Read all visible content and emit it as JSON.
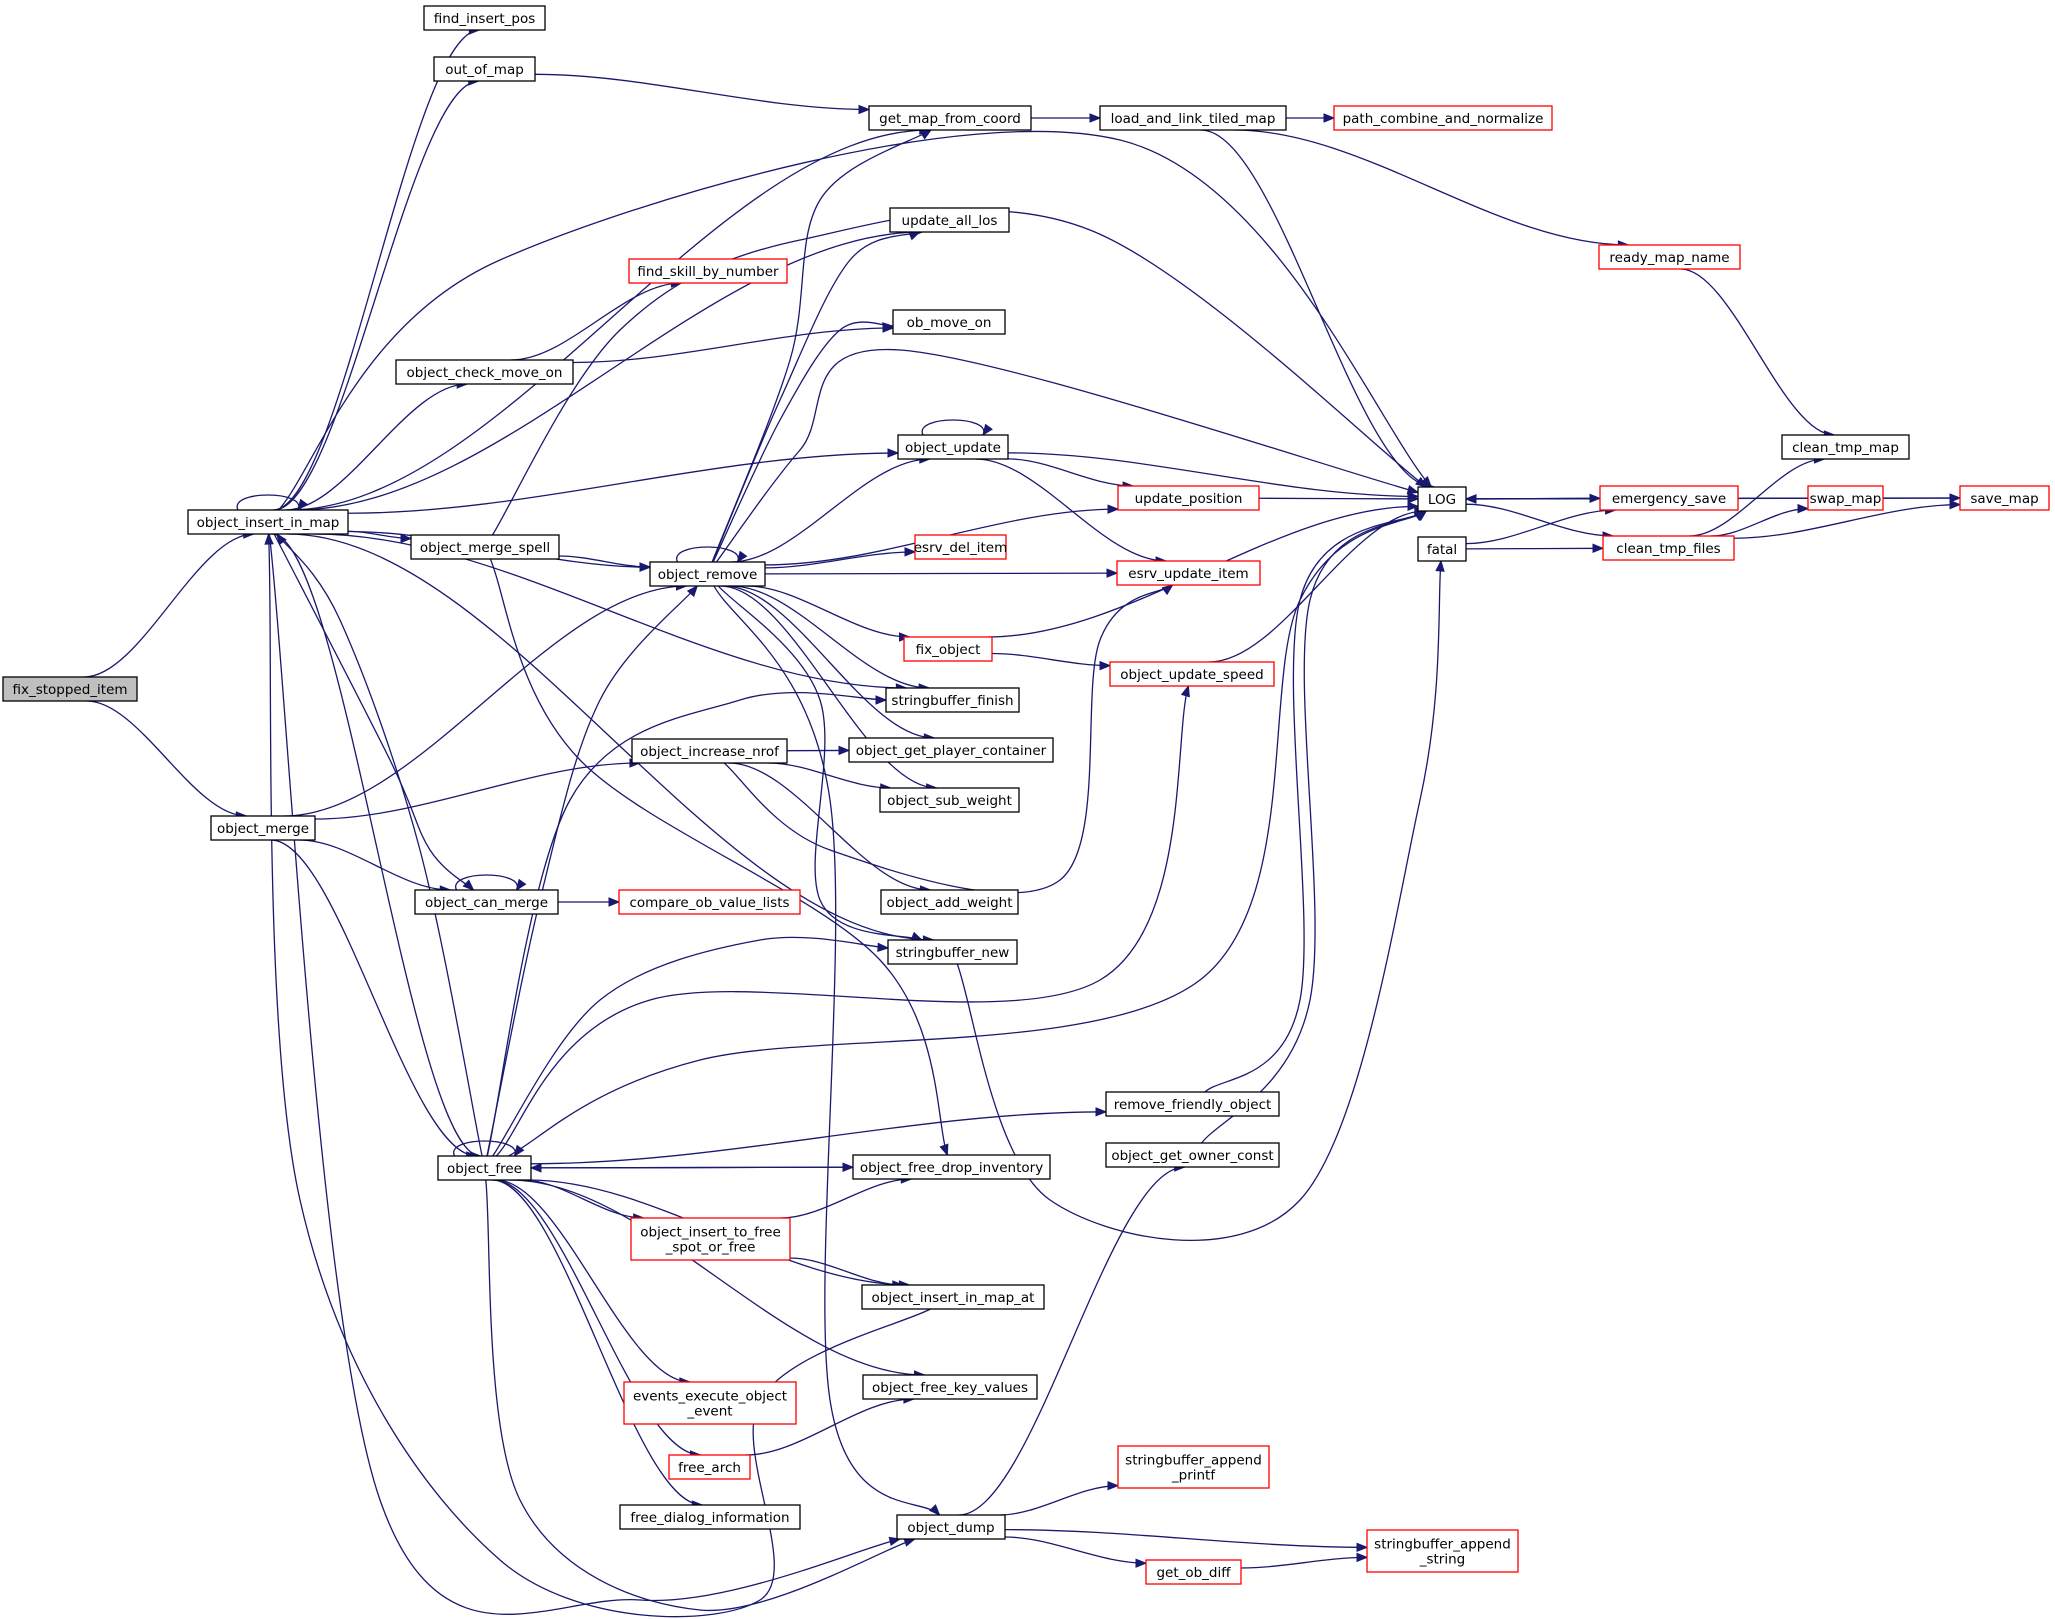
{
  "colors": {
    "edge": "#191970",
    "node_fill": "#ffffff",
    "node_border": "#000000",
    "node_border_truncated": "#ff0000",
    "root_fill": "#bfbfbf"
  },
  "nodes": {
    "fix_stopped_item": {
      "label": "fix_stopped_item",
      "kind": "root"
    },
    "find_insert_pos": {
      "label": "find_insert_pos",
      "kind": "normal"
    },
    "out_of_map": {
      "label": "out_of_map",
      "kind": "normal"
    },
    "get_map_from_coord": {
      "label": "get_map_from_coord",
      "kind": "normal"
    },
    "load_and_link_tiled_map": {
      "label": "load_and_link_tiled_map",
      "kind": "normal"
    },
    "path_combine_and_normalize": {
      "label": "path_combine_and_normalize",
      "kind": "truncated"
    },
    "update_all_los": {
      "label": "update_all_los",
      "kind": "normal"
    },
    "find_skill_by_number": {
      "label": "find_skill_by_number",
      "kind": "truncated"
    },
    "ready_map_name": {
      "label": "ready_map_name",
      "kind": "truncated"
    },
    "ob_move_on": {
      "label": "ob_move_on",
      "kind": "normal"
    },
    "object_check_move_on": {
      "label": "object_check_move_on",
      "kind": "normal"
    },
    "object_update": {
      "label": "object_update",
      "kind": "normal"
    },
    "clean_tmp_map": {
      "label": "clean_tmp_map",
      "kind": "normal"
    },
    "LOG": {
      "label": "LOG",
      "kind": "normal"
    },
    "update_position": {
      "label": "update_position",
      "kind": "truncated"
    },
    "emergency_save": {
      "label": "emergency_save",
      "kind": "truncated"
    },
    "swap_map": {
      "label": "swap_map",
      "kind": "truncated"
    },
    "save_map": {
      "label": "save_map",
      "kind": "truncated"
    },
    "object_insert_in_map": {
      "label": "object_insert_in_map",
      "kind": "normal"
    },
    "object_merge_spell": {
      "label": "object_merge_spell",
      "kind": "normal"
    },
    "esrv_del_item": {
      "label": "esrv_del_item",
      "kind": "truncated"
    },
    "fatal": {
      "label": "fatal",
      "kind": "normal"
    },
    "clean_tmp_files": {
      "label": "clean_tmp_files",
      "kind": "truncated"
    },
    "object_remove": {
      "label": "object_remove",
      "kind": "normal"
    },
    "esrv_update_item": {
      "label": "esrv_update_item",
      "kind": "truncated"
    },
    "fix_object": {
      "label": "fix_object",
      "kind": "truncated"
    },
    "object_update_speed": {
      "label": "object_update_speed",
      "kind": "truncated"
    },
    "stringbuffer_finish": {
      "label": "stringbuffer_finish",
      "kind": "normal"
    },
    "object_increase_nrof": {
      "label": "object_increase_nrof",
      "kind": "normal"
    },
    "object_get_player_container": {
      "label": "object_get_player_container",
      "kind": "normal"
    },
    "object_sub_weight": {
      "label": "object_sub_weight",
      "kind": "normal"
    },
    "object_merge": {
      "label": "object_merge",
      "kind": "normal"
    },
    "object_can_merge": {
      "label": "object_can_merge",
      "kind": "normal"
    },
    "compare_ob_value_lists": {
      "label": "compare_ob_value_lists",
      "kind": "truncated"
    },
    "object_add_weight": {
      "label": "object_add_weight",
      "kind": "normal"
    },
    "stringbuffer_new": {
      "label": "stringbuffer_new",
      "kind": "normal"
    },
    "remove_friendly_object": {
      "label": "remove_friendly_object",
      "kind": "normal"
    },
    "object_get_owner_const": {
      "label": "object_get_owner_const",
      "kind": "normal"
    },
    "object_free": {
      "label": "object_free",
      "kind": "normal"
    },
    "object_free_drop_inventory": {
      "label": "object_free_drop_inventory",
      "kind": "normal"
    },
    "object_insert_to_free_spot_or_free": {
      "label": "object_insert_to_free\n_spot_or_free",
      "kind": "truncated"
    },
    "object_insert_in_map_at": {
      "label": "object_insert_in_map_at",
      "kind": "normal"
    },
    "events_execute_object_event": {
      "label": "events_execute_object\n_event",
      "kind": "truncated"
    },
    "object_free_key_values": {
      "label": "object_free_key_values",
      "kind": "normal"
    },
    "free_arch": {
      "label": "free_arch",
      "kind": "truncated"
    },
    "stringbuffer_append_printf": {
      "label": "stringbuffer_append\n_printf",
      "kind": "truncated"
    },
    "free_dialog_information": {
      "label": "free_dialog_information",
      "kind": "normal"
    },
    "object_dump": {
      "label": "object_dump",
      "kind": "normal"
    },
    "stringbuffer_append_string": {
      "label": "stringbuffer_append\n_string",
      "kind": "truncated"
    },
    "get_ob_diff": {
      "label": "get_ob_diff",
      "kind": "truncated"
    }
  },
  "edges": [
    [
      "fix_stopped_item",
      "object_insert_in_map"
    ],
    [
      "fix_stopped_item",
      "object_merge"
    ],
    [
      "object_insert_in_map",
      "find_insert_pos"
    ],
    [
      "object_insert_in_map",
      "out_of_map"
    ],
    [
      "object_insert_in_map",
      "get_map_from_coord"
    ],
    [
      "object_insert_in_map",
      "LOG"
    ],
    [
      "object_insert_in_map",
      "update_all_los"
    ],
    [
      "object_insert_in_map",
      "object_check_move_on"
    ],
    [
      "object_insert_in_map",
      "object_insert_in_map"
    ],
    [
      "object_insert_in_map",
      "object_update"
    ],
    [
      "object_insert_in_map",
      "object_merge_spell"
    ],
    [
      "object_insert_in_map",
      "object_remove"
    ],
    [
      "object_insert_in_map",
      "stringbuffer_finish"
    ],
    [
      "object_insert_in_map",
      "stringbuffer_new"
    ],
    [
      "object_insert_in_map",
      "object_can_merge"
    ],
    [
      "object_insert_in_map",
      "object_free"
    ],
    [
      "object_insert_in_map",
      "object_dump"
    ],
    [
      "out_of_map",
      "get_map_from_coord"
    ],
    [
      "get_map_from_coord",
      "load_and_link_tiled_map"
    ],
    [
      "load_and_link_tiled_map",
      "path_combine_and_normalize"
    ],
    [
      "load_and_link_tiled_map",
      "ready_map_name"
    ],
    [
      "load_and_link_tiled_map",
      "LOG"
    ],
    [
      "ready_map_name",
      "clean_tmp_map"
    ],
    [
      "object_check_move_on",
      "find_skill_by_number"
    ],
    [
      "object_check_move_on",
      "ob_move_on"
    ],
    [
      "object_update",
      "object_update"
    ],
    [
      "object_update",
      "LOG"
    ],
    [
      "object_update",
      "update_position"
    ],
    [
      "object_update",
      "esrv_update_item"
    ],
    [
      "update_position",
      "LOG"
    ],
    [
      "object_merge_spell",
      "object_remove"
    ],
    [
      "object_merge_spell",
      "LOG"
    ],
    [
      "object_merge_spell",
      "object_free_drop_inventory"
    ],
    [
      "object_remove",
      "object_remove"
    ],
    [
      "object_remove",
      "get_map_from_coord"
    ],
    [
      "object_remove",
      "update_all_los"
    ],
    [
      "object_remove",
      "ob_move_on"
    ],
    [
      "object_remove",
      "LOG"
    ],
    [
      "object_remove",
      "object_update"
    ],
    [
      "object_remove",
      "update_position"
    ],
    [
      "object_remove",
      "esrv_del_item"
    ],
    [
      "object_remove",
      "esrv_update_item"
    ],
    [
      "object_remove",
      "fix_object"
    ],
    [
      "object_remove",
      "stringbuffer_finish"
    ],
    [
      "object_remove",
      "object_get_player_container"
    ],
    [
      "object_remove",
      "object_sub_weight"
    ],
    [
      "object_remove",
      "stringbuffer_new"
    ],
    [
      "object_remove",
      "object_dump"
    ],
    [
      "fix_object",
      "LOG"
    ],
    [
      "fix_object",
      "object_update_speed"
    ],
    [
      "object_update_speed",
      "LOG"
    ],
    [
      "LOG",
      "emergency_save"
    ],
    [
      "LOG",
      "clean_tmp_files"
    ],
    [
      "emergency_save",
      "LOG"
    ],
    [
      "swap_map",
      "LOG"
    ],
    [
      "save_map",
      "LOG"
    ],
    [
      "fatal",
      "emergency_save"
    ],
    [
      "fatal",
      "clean_tmp_files"
    ],
    [
      "clean_tmp_files",
      "clean_tmp_map"
    ],
    [
      "clean_tmp_files",
      "swap_map"
    ],
    [
      "clean_tmp_files",
      "save_map"
    ],
    [
      "swap_map",
      "save_map"
    ],
    [
      "object_merge",
      "object_remove"
    ],
    [
      "object_merge",
      "object_increase_nrof"
    ],
    [
      "object_merge",
      "object_can_merge"
    ],
    [
      "object_merge",
      "object_free"
    ],
    [
      "object_increase_nrof",
      "object_get_player_container"
    ],
    [
      "object_increase_nrof",
      "object_sub_weight"
    ],
    [
      "object_increase_nrof",
      "esrv_update_item"
    ],
    [
      "object_increase_nrof",
      "object_add_weight"
    ],
    [
      "object_can_merge",
      "object_can_merge"
    ],
    [
      "object_can_merge",
      "compare_ob_value_lists"
    ],
    [
      "stringbuffer_new",
      "fatal"
    ],
    [
      "remove_friendly_object",
      "LOG"
    ],
    [
      "object_get_owner_const",
      "LOG"
    ],
    [
      "object_free",
      "object_free"
    ],
    [
      "object_free",
      "object_insert_in_map"
    ],
    [
      "object_free",
      "object_remove"
    ],
    [
      "object_free",
      "stringbuffer_finish"
    ],
    [
      "object_free",
      "stringbuffer_new"
    ],
    [
      "object_free",
      "object_update_speed"
    ],
    [
      "object_free",
      "LOG"
    ],
    [
      "object_free",
      "remove_friendly_object"
    ],
    [
      "object_free",
      "object_free_drop_inventory"
    ],
    [
      "object_free",
      "object_insert_to_free_spot_or_free"
    ],
    [
      "object_free",
      "object_insert_in_map_at"
    ],
    [
      "object_free",
      "object_free_key_values"
    ],
    [
      "object_free",
      "events_execute_object_event"
    ],
    [
      "object_free",
      "free_arch"
    ],
    [
      "object_free",
      "free_dialog_information"
    ],
    [
      "object_free",
      "object_dump"
    ],
    [
      "object_free_drop_inventory",
      "object_free"
    ],
    [
      "object_insert_to_free_spot_or_free",
      "object_free_drop_inventory"
    ],
    [
      "object_insert_to_free_spot_or_free",
      "object_insert_in_map_at"
    ],
    [
      "object_insert_in_map_at",
      "object_insert_in_map"
    ],
    [
      "free_arch",
      "object_free_key_values"
    ],
    [
      "object_dump",
      "object_get_owner_const"
    ],
    [
      "object_dump",
      "stringbuffer_append_printf"
    ],
    [
      "object_dump",
      "stringbuffer_append_string"
    ],
    [
      "object_dump",
      "get_ob_diff"
    ],
    [
      "get_ob_diff",
      "stringbuffer_append_string"
    ]
  ]
}
